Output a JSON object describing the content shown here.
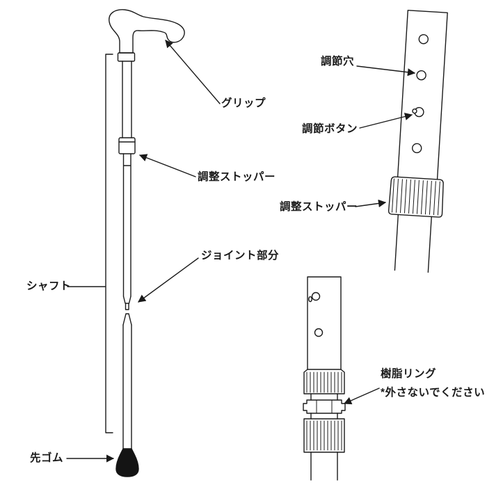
{
  "page": {
    "background_color": "#ffffff",
    "line_color": "#1a1a1a"
  },
  "main_diagram": {
    "description": "full-walking-cane-annotated-drawing",
    "labels": {
      "grip": "グリップ",
      "adjust_stopper": "調整ストッパー",
      "joint": "ジョイント部分",
      "shaft": "シャフト",
      "tip_rubber": "先ゴム"
    }
  },
  "detail_top": {
    "description": "height-adjustment-section-closeup",
    "labels": {
      "adjust_hole": "調節穴",
      "adjust_button": "調節ボタン",
      "adjust_stopper": "調整ストッパー"
    }
  },
  "detail_bottom": {
    "description": "joint-ring-section-closeup",
    "labels": {
      "resin_ring": "樹脂リング",
      "warning": "*外さないでください"
    }
  }
}
